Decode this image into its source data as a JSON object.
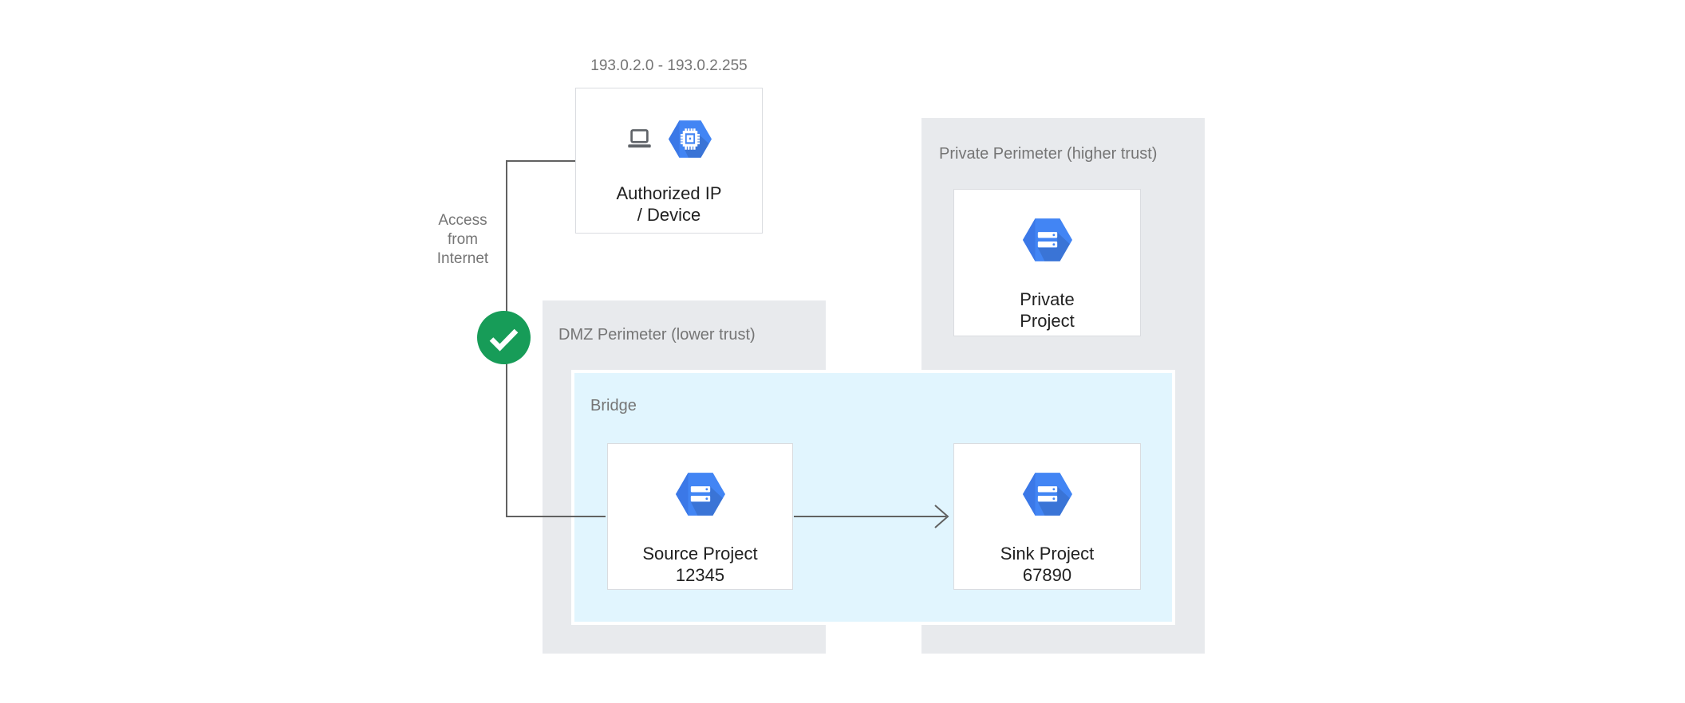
{
  "labels": {
    "ip_range": "193.0.2.0 - 193.0.2.255",
    "access": "Access from Internet",
    "dmz_perimeter": "DMZ Perimeter (lower trust)",
    "bridge": "Bridge",
    "private_perimeter": "Private Perimeter (higher trust)"
  },
  "nodes": {
    "authorized": {
      "line1": "Authorized IP",
      "line2": "/ Device"
    },
    "source": {
      "line1": "Source Project",
      "line2": "12345"
    },
    "sink": {
      "line1": "Sink Project",
      "line2": "67890"
    },
    "private": {
      "line1": "Private",
      "line2": "Project"
    }
  },
  "icons": {
    "authorized_device": [
      "laptop-icon",
      "compute-engine-icon"
    ],
    "project": "project-hexagon-icon",
    "status": "check-icon"
  },
  "colors": {
    "perimeter_bg": "#e8eaed",
    "bridge_bg": "#e1f5fe",
    "bridge_border": "#ffffff",
    "node_bg": "#ffffff",
    "node_border": "#dadce0",
    "icon_blue": "#4285f4",
    "icon_blue_fold": "#3b78e7",
    "check_green": "#179c58",
    "line_color": "#616161",
    "label_gray": "#757575",
    "text_dark": "#212121",
    "icon_gray": "#5f6368"
  }
}
